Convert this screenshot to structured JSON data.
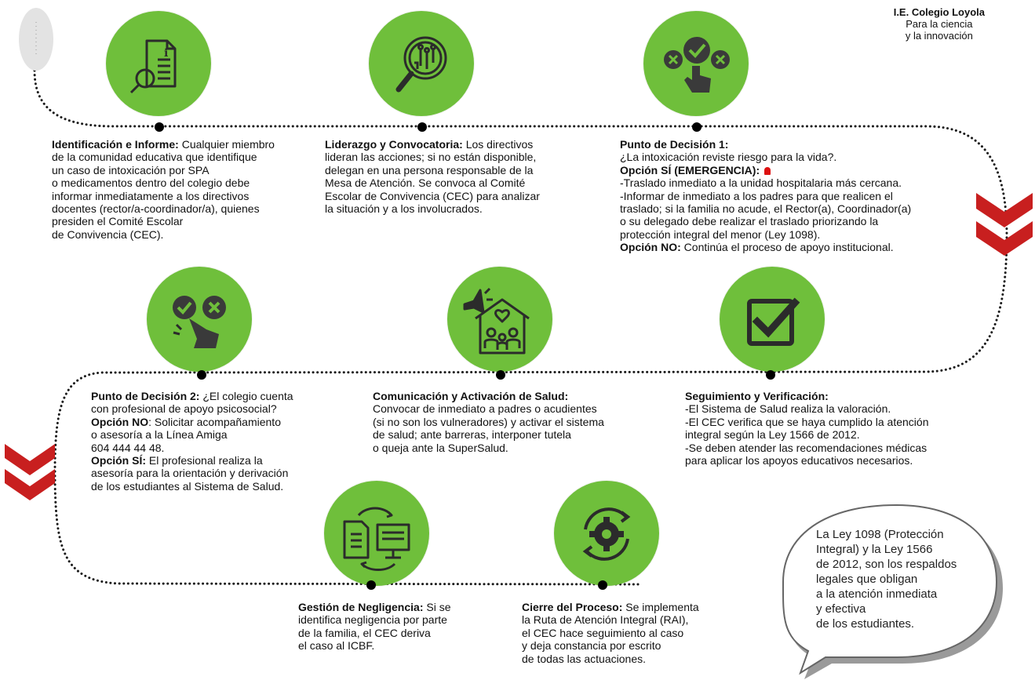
{
  "header": {
    "school": "I.E. Colegio Loyola",
    "tagline_1": "Para la ciencia",
    "tagline_2": "y la innovación"
  },
  "colors": {
    "circle_green": "#6fbf3b",
    "icon_dark": "#2b2b2b",
    "chevron_red": "#c81f1f",
    "dots": "#000000"
  },
  "steps": [
    {
      "id": "identificacion",
      "icon": "document-search-icon",
      "title": "Identificación e Informe:",
      "text_1": " Cualquier miembro",
      "lines": [
        "de la comunidad educativa que identifique",
        "un caso de intoxicación por SPA",
        "o medicamentos dentro del colegio debe",
        "informar inmediatamente a los directivos",
        "docentes (rector/a-coordinador/a), quienes",
        "presiden el Comité Escolar",
        "de Convivencia (CEC)."
      ]
    },
    {
      "id": "liderazgo",
      "icon": "magnifier-network-icon",
      "title": "Liderazgo y Convocatoria:",
      "text_1": " Los directivos",
      "lines": [
        "lideran las acciones; si no están disponible,",
        "delegan en una persona responsable de la",
        "Mesa de Atención. Se convoca al Comité",
        "Escolar de Convivencia (CEC) para analizar",
        "la situación y a los involucrados."
      ]
    },
    {
      "id": "decision1",
      "icon": "decision-hand-icon",
      "title": "Punto de Decisión 1:",
      "question": "¿La intoxicación reviste riesgo para la vida?.",
      "option_si": "Opción SÍ (EMERGENCIA):",
      "si_lines": [
        "-Traslado inmediato a la unidad hospitalaria más cercana.",
        "-Informar de inmediato a los padres para que realicen el",
        "traslado; si la familia no acude, el Rector(a), Coordinador(a)",
        "o su delegado debe realizar el traslado priorizando la",
        "protección integral del menor (Ley 1098)."
      ],
      "option_no": "Opción NO:",
      "no_text": " Continúa el proceso de apoyo institucional."
    },
    {
      "id": "decision2",
      "icon": "check-cross-hand-icon",
      "title": "Punto de Decisión 2:",
      "text_1": " ¿El colegio cuenta",
      "line_2": "con profesional de apoyo psicosocial?",
      "option_no": "Opción NO",
      "no_text": ": Solicitar acompañamiento",
      "no_lines": [
        "o asesoría a la Línea Amiga",
        "604 444 44 48."
      ],
      "option_si": "Opción SÍ:",
      "si_text": " El profesional realiza la",
      "si_lines": [
        "asesoría para la orientación y derivación",
        "de los estudiantes al Sistema de Salud."
      ]
    },
    {
      "id": "comunicacion",
      "icon": "house-megaphone-icon",
      "title": "Comunicación y Activación de Salud:",
      "lines": [
        "Convocar de inmediato a padres o acudientes",
        "(si no son los vulneradores) y activar el sistema",
        "de salud; ante barreras, interponer tutela",
        "o queja ante la SuperSalud."
      ]
    },
    {
      "id": "seguimiento",
      "icon": "checkbox-icon",
      "title": "Seguimiento y Verificación:",
      "lines": [
        " -El Sistema de Salud realiza la valoración.",
        " -El CEC verifica que se haya cumplido la atención",
        "integral según la Ley 1566 de 2012.",
        "-Se deben atender las recomendaciones médicas",
        "para aplicar los apoyos educativos necesarios."
      ]
    },
    {
      "id": "negligencia",
      "icon": "document-transfer-icon",
      "title": "Gestión de Negligencia:",
      "text_1": " Si se",
      "lines": [
        "identifica negligencia por parte",
        "de la familia, el CEC deriva",
        "el caso al ICBF."
      ]
    },
    {
      "id": "cierre",
      "icon": "gear-cycle-icon",
      "title": "Cierre del Proceso:",
      "text_1": " Se implementa",
      "lines": [
        "la Ruta de Atención Integral (RAI),",
        "el CEC hace seguimiento al caso",
        "y deja constancia por escrito",
        "de todas las actuaciones."
      ]
    }
  ],
  "bubble": {
    "lines": [
      "La Ley 1098 (Protección",
      "Integral) y la Ley 1566",
      "de 2012, son los respaldos",
      "legales que obligan",
      "a la atención inmediata",
      "y efectiva",
      "de los estudiantes."
    ]
  }
}
